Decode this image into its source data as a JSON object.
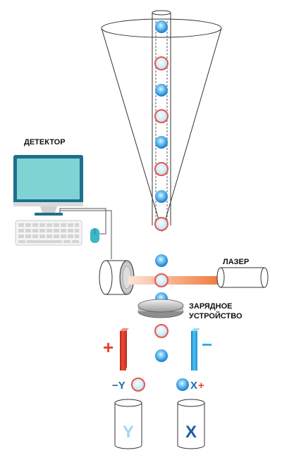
{
  "labels": {
    "detector": "ДЕТЕКТОР",
    "laser": "ЛАЗЕР",
    "charger_line1": "ЗАРЯДНОЕ",
    "charger_line2": "УСТРОЙСТВО",
    "minus_y": "−Y",
    "x_plus_letter": "X",
    "x_plus_sign": "+",
    "plate_plus": "+",
    "plate_minus": "−",
    "tube_y": "Y",
    "tube_x": "X"
  },
  "colors": {
    "droplet_blue": "#1e8fe0",
    "droplet_red_ring": "#e8564a",
    "monitor_screen": "#7fd3d3",
    "monitor_frame": "#1e6f8e",
    "plate_positive": "#e8402e",
    "plate_negative": "#29aee6",
    "laser_beam": "#f07a3a",
    "tube_y_letter": "#9fd8f2",
    "tube_x_letter": "#1e5aa8"
  }
}
